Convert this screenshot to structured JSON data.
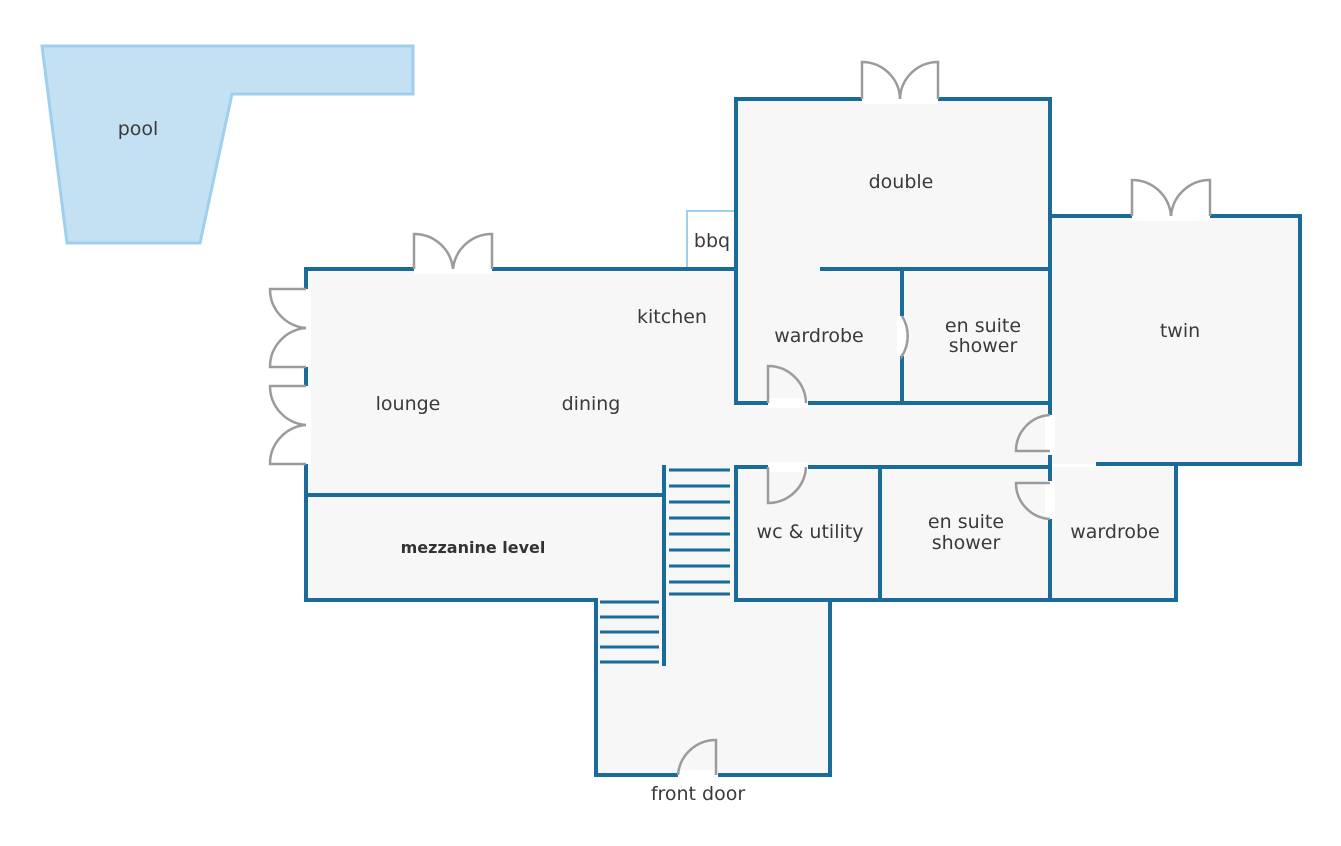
{
  "rooms": {
    "pool": "pool",
    "bbq": "bbq",
    "kitchen": "kitchen",
    "lounge": "lounge",
    "dining": "dining",
    "double": "double",
    "wardrobe_upper": "wardrobe",
    "ensuite_upper_line1": "en suite",
    "ensuite_upper_line2": "shower",
    "twin": "twin",
    "mezzanine": "mezzanine level",
    "wc_utility": "wc & utility",
    "ensuite_lower_line1": "en suite",
    "ensuite_lower_line2": "shower",
    "wardrobe_lower": "wardrobe",
    "front_door": "front door"
  },
  "colors": {
    "wall": "#1a6a9a",
    "pool": "#c4e1f4",
    "floor": "#f7f7f7",
    "door": "#9b9b9b"
  }
}
